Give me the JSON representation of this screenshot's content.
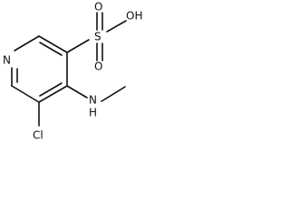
{
  "molecule": {
    "atoms": {
      "ring_nitrogen": "N",
      "chlorine": "Cl",
      "amine": "N",
      "amine_h": "H",
      "sulfur": "S",
      "oxygen_top": "O",
      "oxygen_bottom": "O",
      "hydroxyl": "OH"
    }
  }
}
